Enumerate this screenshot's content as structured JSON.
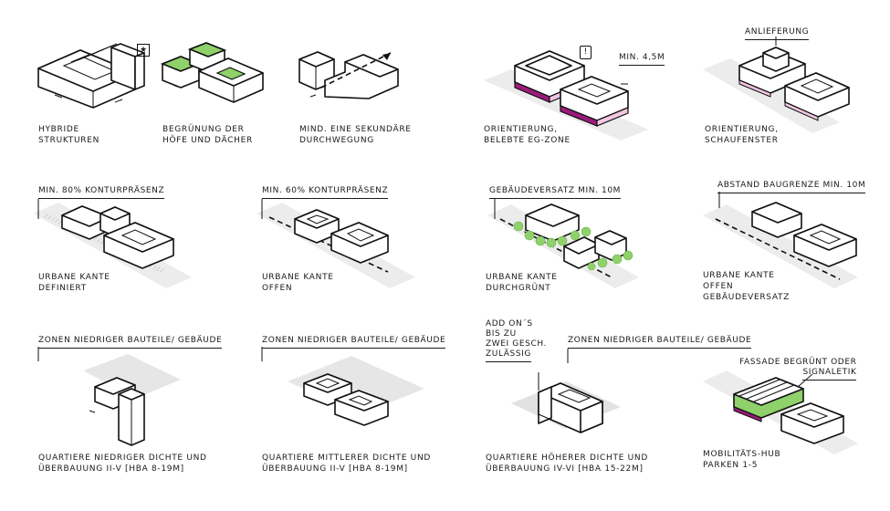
{
  "colors": {
    "green": "#8fd16a",
    "magenta": "#9b1b7a",
    "pink": "#f3c6e4",
    "grey": "#e6e6e6",
    "ink": "#111111"
  },
  "cells": [
    {
      "id": "hybride",
      "caption": [
        "HYBRIDE",
        "STRUKTUREN"
      ],
      "icon": "star-icon"
    },
    {
      "id": "begruenung",
      "caption": [
        "BEGRÜNUNG DER",
        "HÖFE UND DÄCHER"
      ]
    },
    {
      "id": "durchwegung",
      "caption": [
        "MIND. EINE SEKUNDÄRE",
        "DURCHWEGUNG"
      ]
    },
    {
      "id": "eg-zone",
      "caption": [
        "ORIENTIERUNG,",
        "BELEBTE EG-ZONE"
      ],
      "label": "MIN. 4,5M",
      "icon": "exclamation-icon"
    },
    {
      "id": "schaufenster",
      "caption": [
        "ORIENTIERUNG,",
        "SCHAUFENSTER"
      ],
      "label": "ANLIEFERUNG"
    },
    {
      "id": "kante-definiert",
      "caption": [
        "URBANE KANTE",
        "DEFINIERT"
      ],
      "label": "MIN. 80% KONTURPRÄSENZ"
    },
    {
      "id": "kante-offen",
      "caption": [
        "URBANE KANTE",
        "OFFEN"
      ],
      "label": "MIN. 60% KONTURPRÄSENZ"
    },
    {
      "id": "kante-durchgruent",
      "caption": [
        "URBANE KANTE",
        "DURCHGRÜNT"
      ],
      "label": "GEBÄUDEVERSATZ MIN. 10M"
    },
    {
      "id": "kante-versatz",
      "caption": [
        "URBANE KANTE",
        "OFFEN",
        "GEBÄUDEVERSATZ"
      ],
      "label": "ABSTAND BAUGRENZE MIN. 10M"
    },
    {
      "id": "dichte-niedrig",
      "caption": [
        "QUARTIERE NIEDRIGER DICHTE UND",
        "ÜBERBAUUNG II-V [HBA 8-19M]"
      ],
      "label": "ZONEN NIEDRIGER BAUTEILE/ GEBÄUDE"
    },
    {
      "id": "dichte-mittel",
      "caption": [
        "QUARTIERE MITTLERER DICHTE UND",
        "ÜBERBAUUNG II-V [HBA 8-19M]"
      ],
      "label": "ZONEN NIEDRIGER BAUTEILE/ GEBÄUDE"
    },
    {
      "id": "dichte-hoch",
      "caption": [
        "QUARTIERE HÖHERER DICHTE UND",
        "ÜBERBAUUNG IV-VI [HBA 15-22M]"
      ],
      "label": "ZONEN NIEDRIGER BAUTEILE/ GEBÄUDE",
      "label2": [
        "ADD ON´S",
        "BIS ZU",
        "ZWEI GESCH.",
        "ZULÄSSIG"
      ]
    },
    {
      "id": "mobilitaet",
      "caption": [
        "MOBILITÄTS-HUB",
        "PARKEN 1-5"
      ],
      "label": [
        "FASSADE BEGRÜNT ODER",
        "SIGNALETIK"
      ]
    }
  ]
}
